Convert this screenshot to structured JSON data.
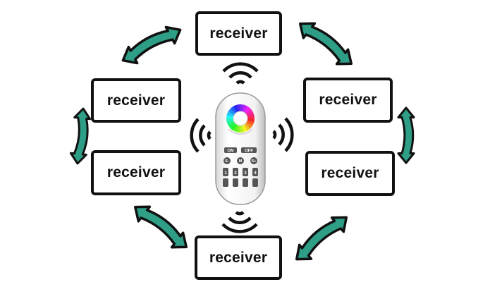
{
  "receivers": [
    {
      "id": "top",
      "label": "receiver"
    },
    {
      "id": "upper-left",
      "label": "receiver"
    },
    {
      "id": "upper-right",
      "label": "receiver"
    },
    {
      "id": "lower-left",
      "label": "receiver"
    },
    {
      "id": "lower-right",
      "label": "receiver"
    },
    {
      "id": "bottom",
      "label": "receiver"
    }
  ],
  "remote": {
    "on_label": "ON",
    "off_label": "OFF",
    "scene_labels": [
      "S-",
      "M",
      "S+"
    ],
    "zone_labels": [
      "1",
      "2",
      "3",
      "4"
    ]
  },
  "colors": {
    "arrow_fill": "#2e9e86",
    "arrow_outline": "#111111",
    "box_border": "#111111",
    "signal_waves": "#111111",
    "remote_button": "#555555"
  },
  "icons": [
    "wifi-signal-icon",
    "double-headed-arrow-icon",
    "color-wheel-icon"
  ]
}
